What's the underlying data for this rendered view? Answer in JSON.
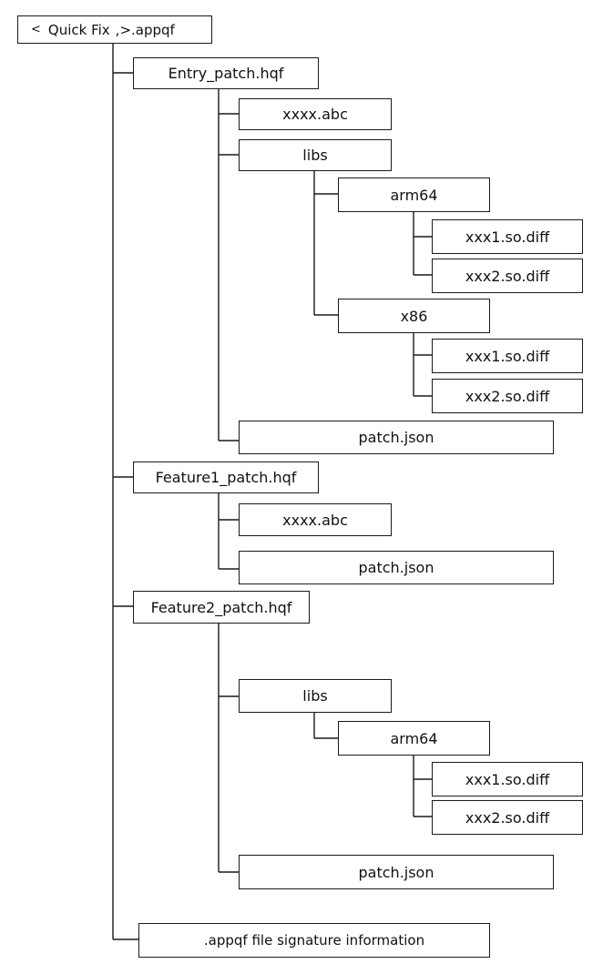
{
  "root": {
    "lt_glyph": "<",
    "label_left": "Quick Fix",
    "label_right": ",>.appqf"
  },
  "nodes": {
    "entry_patch": "Entry_patch.hqf",
    "entry_abc": "xxxx.abc",
    "entry_libs": "libs",
    "entry_arm64": "arm64",
    "entry_arm64_so1": "xxx1.so.diff",
    "entry_arm64_so2": "xxx2.so.diff",
    "entry_x86": "x86",
    "entry_x86_so1": "xxx1.so.diff",
    "entry_x86_so2": "xxx2.so.diff",
    "entry_patchjson": "patch.json",
    "feature1_patch": "Feature1_patch.hqf",
    "feature1_abc": "xxxx.abc",
    "feature1_patchjson": "patch.json",
    "feature2_patch": "Feature2_patch.hqf",
    "feature2_libs": "libs",
    "feature2_arm64": "arm64",
    "feature2_so1": "xxx1.so.diff",
    "feature2_so2": "xxx2.so.diff",
    "feature2_patchjson": "patch.json",
    "signature": ".appqf file signature information"
  }
}
